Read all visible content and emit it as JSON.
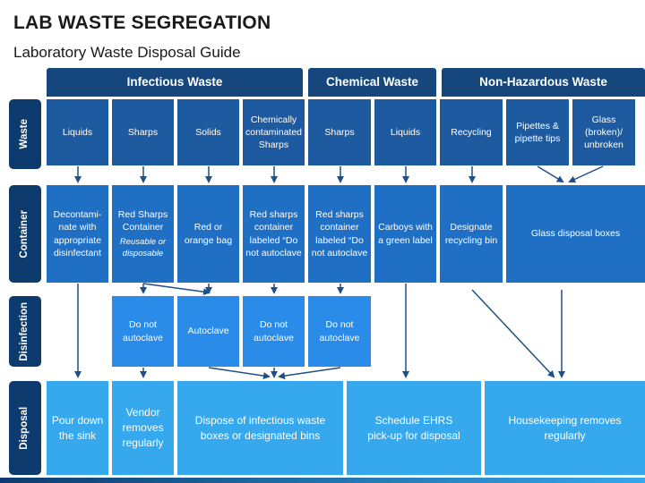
{
  "title": "LAB WASTE SEGREGATION",
  "subtitle": "Laboratory Waste Disposal Guide",
  "headers": {
    "infectious": "Infectious Waste",
    "chemical": "Chemical Waste",
    "nonhazardous": "Non-Hazardous Waste"
  },
  "row_labels": {
    "waste": "Waste",
    "container": "Container",
    "disinfection": "Disinfection",
    "disposal": "Disposal"
  },
  "waste": [
    "Liquids",
    "Sharps",
    "Solids",
    "Chemically contaminated Sharps",
    "Sharps",
    "Liquids",
    "Recycling",
    "Pipettes & pipette tips",
    "Glass (broken)/ unbroken"
  ],
  "container": {
    "c1": "Decontami-nate with appropriate disinfectant",
    "c2_main": "Red Sharps Container",
    "c2_note": "Reusable or disposable",
    "c3": "Red or orange bag",
    "c4": "Red sharps container labeled “Do not autoclave",
    "c5": "Red sharps container labeled “Do not autoclave",
    "c6": "Carboys with a green label",
    "c7": "Designate recycling bin",
    "c8": "Glass disposal boxes"
  },
  "disinfection": [
    "Do not autoclave",
    "Autoclave",
    "Do not autoclave",
    "Do not autoclave"
  ],
  "disposal": {
    "d1": "Pour down the sink",
    "d2": "Vendor removes regularly",
    "d3": "Dispose of infectious waste boxes or designated bins",
    "d4": "Schedule EHRS pick-up for disposal",
    "d5": "Housekeeping removes regularly"
  },
  "colors": {
    "header": "#15477d",
    "row_label": "#0d3b6e",
    "waste": "#1e5aa0",
    "container": "#1f6fc4",
    "disinfection": "#2a8ce8",
    "disposal": "#35a8ee",
    "arrow": "#1d4f8a"
  }
}
